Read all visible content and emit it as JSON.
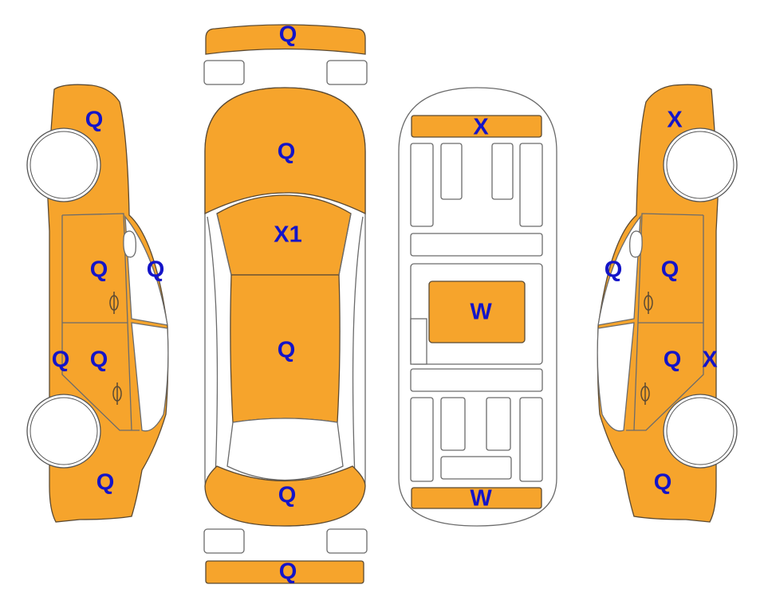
{
  "colors": {
    "panel_fill": "#f6a42c",
    "outline": "#6b6b6b",
    "mark_text": "#1414c8"
  },
  "views": [
    "left-side",
    "top",
    "underbody",
    "right-side"
  ],
  "marks": {
    "left_front_fender": "Q",
    "left_a_pillar": "Q",
    "left_front_door": "Q",
    "left_rear_door": "Q",
    "left_rocker": "Q",
    "left_quarter_panel": "Q",
    "front_bumper": "Q",
    "hood": "Q",
    "windshield_roof_front": "X1",
    "roof": "Q",
    "trunk_lid": "Q",
    "rear_bumper": "Q",
    "front_cross_member": "X",
    "floor_pan": "W",
    "rear_cross_member": "W",
    "right_front_fender": "X",
    "right_a_pillar": "Q",
    "right_front_door": "Q",
    "right_rear_door": "Q",
    "right_rocker": "X",
    "right_quarter_panel": "Q"
  }
}
